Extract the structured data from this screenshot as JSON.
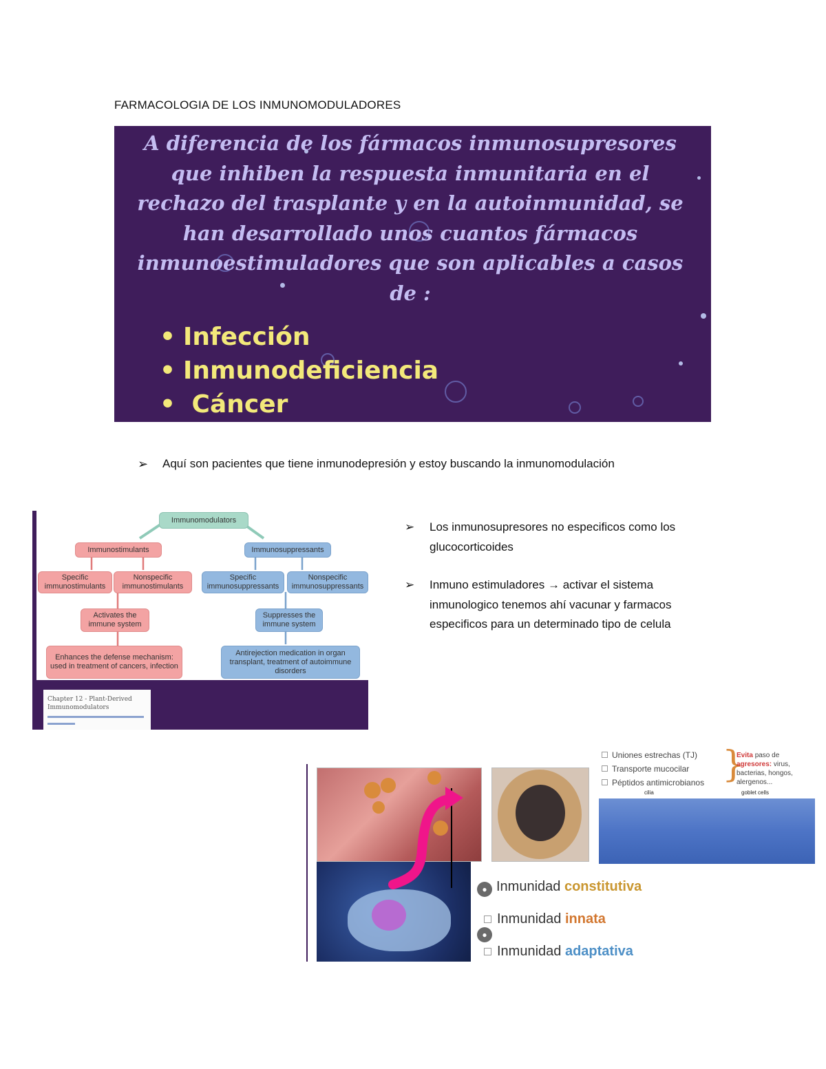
{
  "doc_title": "FARMACOLOGIA DE LOS INMUNOMODULADORES",
  "slide": {
    "text": "A diferencia de los fármacos inmunosupresores que inhiben la respuesta inmunitaria en el rechazo del trasplante y en la autoinmunidad, se han desarrollado unos cuantos fármacos inmunoestimuladores que son aplicables a casos de :",
    "bullets": [
      "Infección",
      "Inmunodeficiencia",
      "Cáncer"
    ]
  },
  "line1": "Aquí son pacientes que tiene inmunodepresión y estoy buscando la inmunomodulación",
  "bullet_glyph": "➢",
  "flowchart": {
    "root": "Immunomodulators",
    "left": {
      "title": "Immunostimulants",
      "specific": "Specific immunostimulants",
      "nonspecific": "Nonspecific immunostimulants",
      "effect": "Activates the immune system",
      "use": "Enhances the defense mechanism: used in treatment of cancers, infection"
    },
    "right": {
      "title": "Immunosuppressants",
      "specific": "Specific immunosuppressants",
      "nonspecific": "Nonspecific immunosuppressants",
      "effect": "Suppresses the immune system",
      "use": "Antirejection medication in organ transplant, treatment of autoimmune disorders"
    },
    "reference": "Chapter 12 - Plant-Derived Immunomodulators"
  },
  "right_bullets": [
    "Los inmunosupresores no especificos como los glucocorticoides",
    "Inmuno estimuladores → activar el sistema inmunologico tenemos ahí vacunar y farmacos especificos para un determinado tipo de celula"
  ],
  "immunity": {
    "rows": [
      {
        "prefix": "Inmunidad",
        "word": "constitutiva",
        "color": "#c9962f"
      },
      {
        "prefix": "Inmunidad",
        "word": "innata",
        "color": "#d2762e"
      },
      {
        "prefix": "Inmunidad",
        "word": "adaptativa",
        "color": "#4d8fc6"
      }
    ],
    "barrier_list": [
      "Uniones estrechas (TJ)",
      "Transporte mucocilar",
      "Péptidos antimicrobianos"
    ],
    "evita_prefix": "Evita",
    "evita_mid": "paso de",
    "evita_word": "agresores:",
    "evita_rest": "virus, bacterias, hongos, alergenos...",
    "label_cilia": "cilia",
    "label_goblet": "goblet cells"
  },
  "colors": {
    "slide_bg": "#3f1d5b",
    "slide_text": "#c4bdf2",
    "slide_bullets": "#f3e97a",
    "arrow_pink": "#f0158a"
  }
}
